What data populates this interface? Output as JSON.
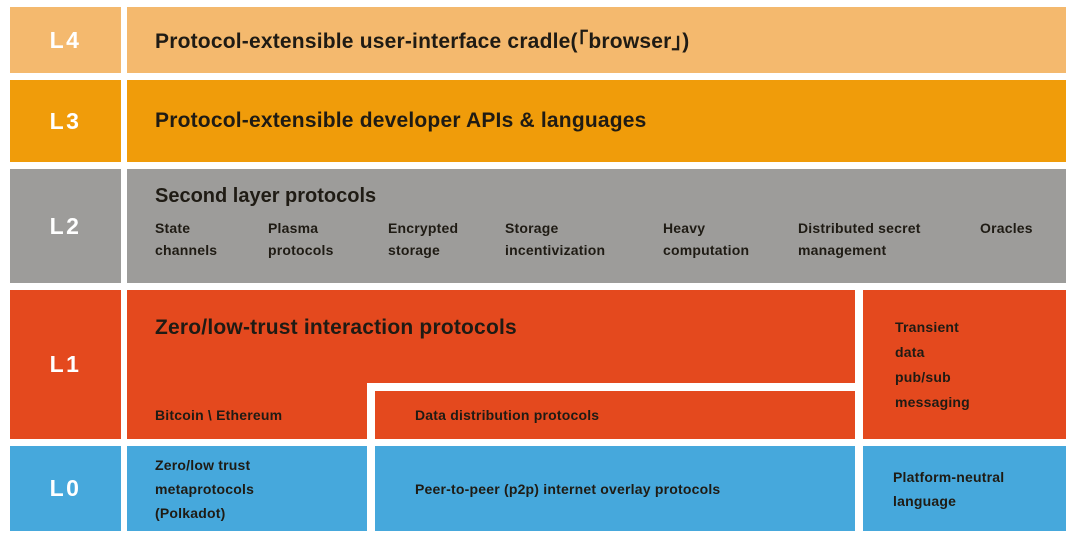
{
  "diagram": {
    "layers": {
      "l4": {
        "label": "L4",
        "title": "Protocol-extensible user-interface cradle(「browser」)"
      },
      "l3": {
        "label": "L3",
        "title": "Protocol-extensible developer APIs & languages"
      },
      "l2": {
        "label": "L2",
        "title": "Second layer protocols",
        "items": [
          "State\nchannels",
          "Plasma\nprotocols",
          "Encrypted\nstorage",
          "Storage\nincentivization",
          "Heavy\ncomputation",
          "Distributed secret\nmanagement",
          "Oracles"
        ]
      },
      "l1": {
        "label": "L1",
        "title": "Zero/low-trust interaction protocols",
        "bottom_left": "Bitcoin \\ Ethereum",
        "bottom_right": "Data distribution protocols",
        "side_box": "Transient\ndata\npub/sub\nmessaging"
      },
      "l0": {
        "label": "L0",
        "box_left": "Zero/low trust\nmetaprotocols\n(Polkadot)",
        "box_center": "Peer-to-peer (p2p) internet overlay protocols",
        "box_right": "Platform-neutral\nlanguage"
      }
    },
    "colors": {
      "l4": "#F4B96E",
      "l3": "#F09C0A",
      "l2": "#9D9C9A",
      "l1": "#E4491E",
      "l0": "#46A8DC",
      "text_dark": "#1F1B14",
      "label_text": "#FFFFFF",
      "background": "#FFFFFF"
    }
  }
}
